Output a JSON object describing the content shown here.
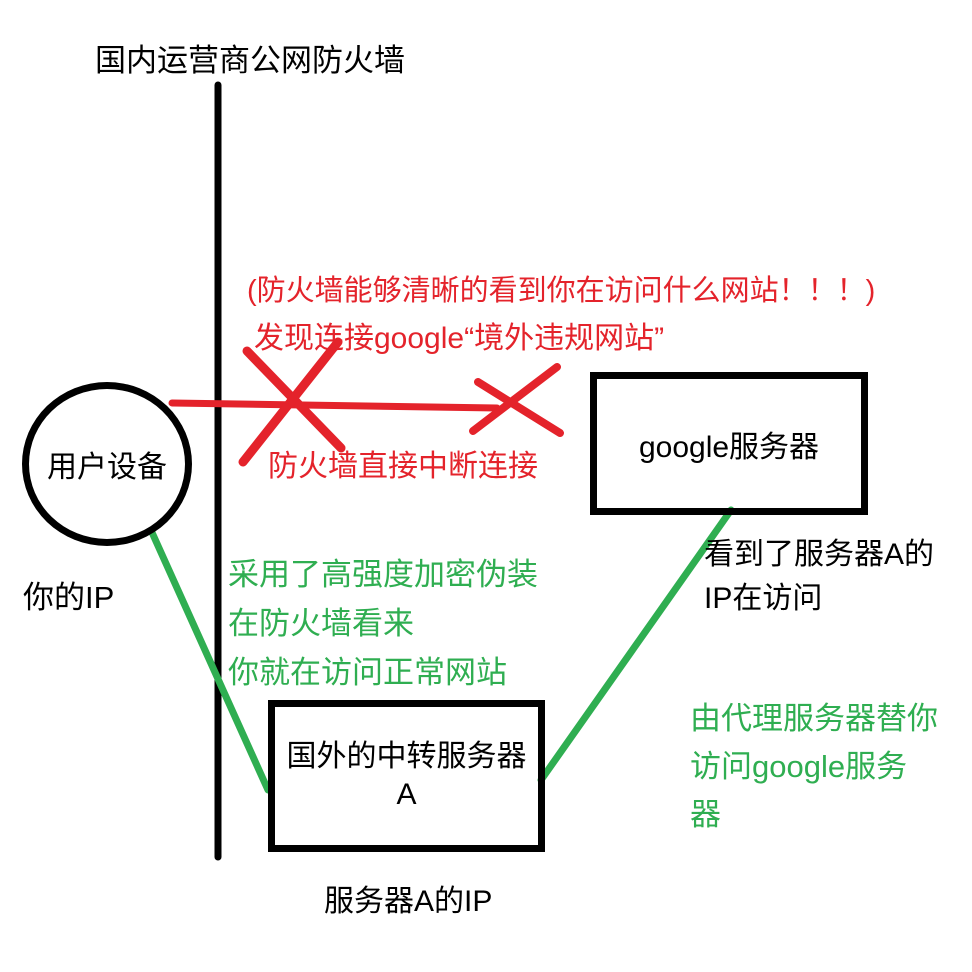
{
  "colors": {
    "black": "#000000",
    "red": "#e4232b",
    "green": "#2fae51"
  },
  "firewall": {
    "title": "国内运营商公网防火墙"
  },
  "nodes": {
    "user_device": {
      "label": "用户设备",
      "caption": "你的IP"
    },
    "google_server": {
      "label": "google服务器",
      "caption_lines": [
        "看到了服务器A的",
        "IP在访问"
      ]
    },
    "relay_server": {
      "label_lines": [
        "国外的中转服务器",
        "A"
      ],
      "caption": "服务器A的IP"
    }
  },
  "blocked_path": {
    "visibility_note": "(防火墙能够清晰的看到你在访问什么网站！！！)",
    "detect_note": "发现连接google“境外违规网站”",
    "cut_note": "防火墙直接中断连接"
  },
  "proxy_path": {
    "encrypt_note_lines": [
      "采用了高强度加密伪装",
      "在防火墙看来",
      "你就在访问正常网站"
    ],
    "proxy_note_lines": [
      "由代理服务器替你",
      "访问google服务",
      "器"
    ]
  }
}
